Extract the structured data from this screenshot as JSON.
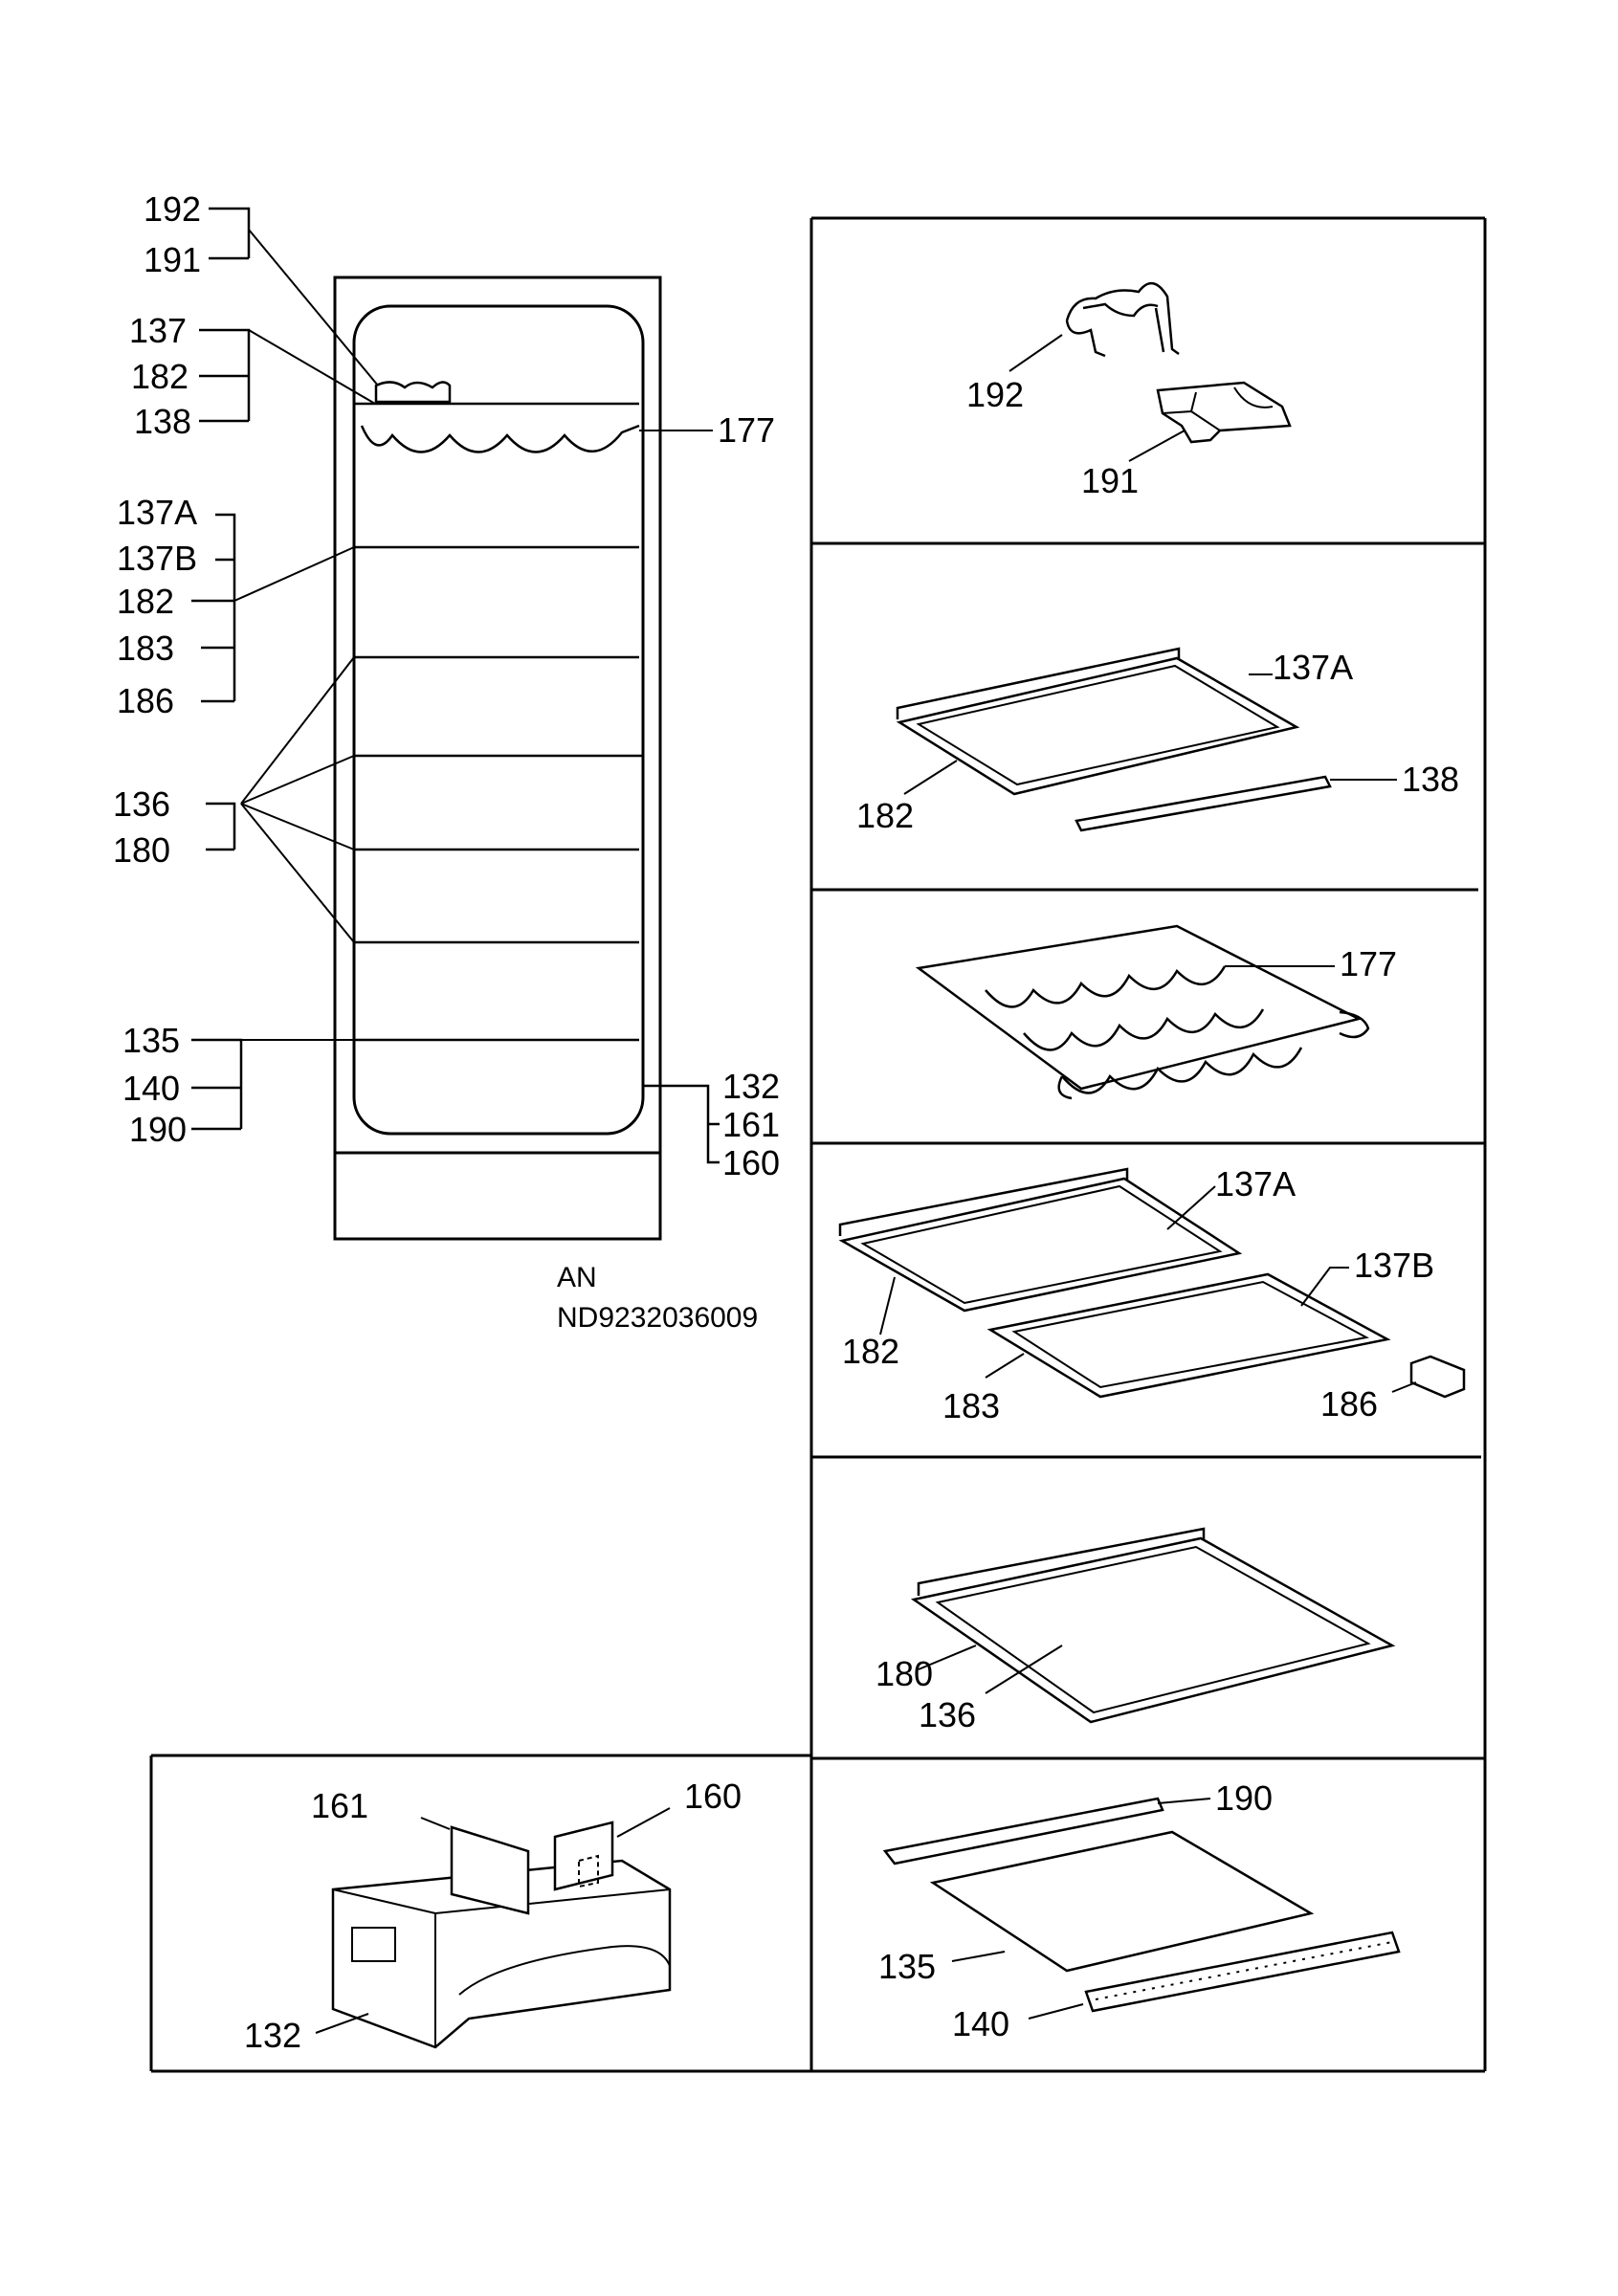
{
  "cabinet_labels": {
    "l192": "192",
    "l191": "191",
    "l137": "137",
    "l182a": "182",
    "l138": "138",
    "l137A": "137A",
    "l137B": "137B",
    "l182b": "182",
    "l183": "183",
    "l186": "186",
    "l136": "136",
    "l180": "180",
    "l135": "135",
    "l140": "140",
    "l190": "190",
    "l177": "177",
    "l132": "132",
    "l161": "161",
    "l160": "160"
  },
  "caption": {
    "line1": "AN",
    "line2": "ND9232036009"
  },
  "panels": {
    "p1": {
      "l192": "192",
      "l191": "191"
    },
    "p2": {
      "l137A": "137A",
      "l138": "138",
      "l182": "182"
    },
    "p3": {
      "l177": "177"
    },
    "p4": {
      "l137A": "137A",
      "l137B": "137B",
      "l182": "182",
      "l183": "183",
      "l186": "186"
    },
    "p5": {
      "l180": "180",
      "l136": "136"
    },
    "p6": {
      "l161": "161",
      "l160": "160",
      "l132": "132"
    },
    "p7": {
      "l190": "190",
      "l135": "135",
      "l140": "140"
    }
  },
  "colors": {
    "line": "#000000",
    "background": "#ffffff"
  }
}
